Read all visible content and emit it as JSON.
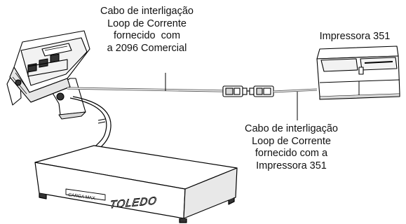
{
  "labels": {
    "cable_top": [
      "Cabo de interligação",
      "Loop de Corrente",
      "fornecido  com",
      "a 2096 Comercial"
    ],
    "printer": "Impressora 351",
    "cable_bottom": [
      "Cabo de interligação",
      "Loop de Corrente",
      "fornecido com a",
      "Impressora 351"
    ]
  },
  "platform": {
    "plate_text": "CARGA MAX.",
    "brand": "TOLEDO"
  },
  "colors": {
    "line": "#000000",
    "fill": "#ffffff",
    "shade": "#d8d8d8",
    "dark": "#333333"
  }
}
